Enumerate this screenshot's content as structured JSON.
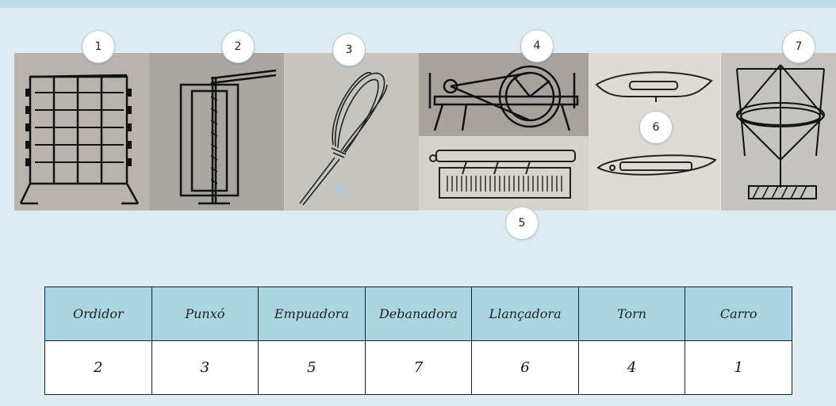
{
  "colors": {
    "background": "#dcecf2",
    "header_row": "#a9d6e2",
    "value_row": "#ffffff",
    "border": "#222222"
  },
  "illustrations": [
    {
      "number": "1",
      "icon": "warping-frame-icon"
    },
    {
      "number": "2",
      "icon": "skein-winder-icon"
    },
    {
      "number": "3",
      "icon": "whisk-tool-icon"
    },
    {
      "number": "4",
      "icon": "spinning-wheel-icon"
    },
    {
      "number": "5",
      "icon": "loom-reed-icon"
    },
    {
      "number": "6",
      "icon": "shuttle-icon"
    },
    {
      "number": "7",
      "icon": "swift-reel-icon"
    }
  ],
  "table": {
    "headers": [
      "Ordidor",
      "Punxó",
      "Empuadora",
      "Debanadora",
      "Llançadora",
      "Torn",
      "Carro"
    ],
    "values": [
      "2",
      "3",
      "5",
      "7",
      "6",
      "4",
      "1"
    ]
  }
}
